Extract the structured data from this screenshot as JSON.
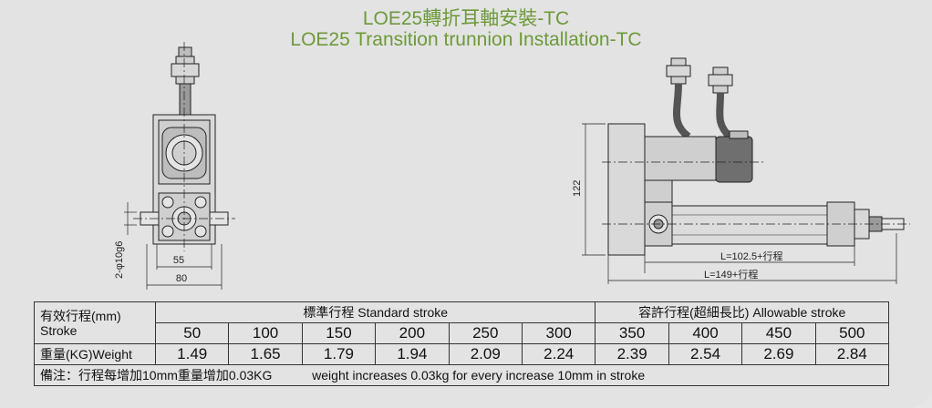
{
  "title": {
    "line1": "LOE25轉折耳軸安裝-TC",
    "line2": "LOE25 Transition  trunnion Installation-TC"
  },
  "drawing": {
    "dim_55": "55",
    "dim_80": "80",
    "dim_shaft": "2-φ10g6",
    "dim_122": "122",
    "dim_l1": "L=102.5+行程",
    "dim_l2": "L=149+行程"
  },
  "table": {
    "stroke_label_cn": "有效行程(mm)",
    "stroke_label_en": "Stroke",
    "standard_header": "標準行程   Standard stroke",
    "allowable_header": "容許行程(超細長比)   Allowable stroke",
    "strokes": [
      "50",
      "100",
      "150",
      "200",
      "250",
      "300",
      "350",
      "400",
      "450",
      "500"
    ],
    "weight_label": "重量(KG)Weight",
    "weights": [
      "1.49",
      "1.65",
      "1.79",
      "1.94",
      "2.09",
      "2.24",
      "2.39",
      "2.54",
      "2.69",
      "2.84"
    ],
    "note_cn": "備注：行程每增加10mm重量增加0.03KG",
    "note_en": "weight increases 0.03kg for every increase 10mm in stroke"
  },
  "colors": {
    "title": "#6d9a3a",
    "background": "#e3e3e3",
    "line": "#222222"
  }
}
